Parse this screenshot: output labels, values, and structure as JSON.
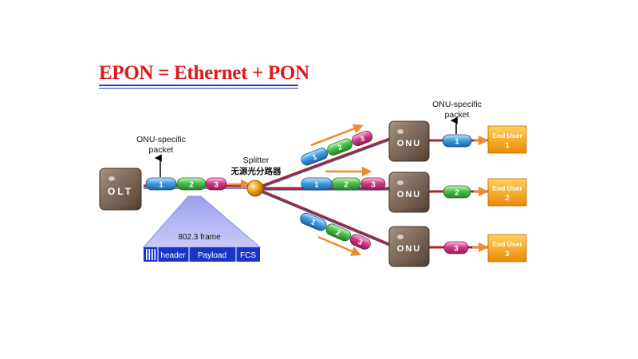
{
  "title": "EPON = Ethernet + PON",
  "olt_label": "OLT",
  "onu_label": "ONU",
  "splitter_label": "Splitter",
  "splitter_sublabel": "无源光分路器",
  "onu_specific_left": [
    "ONU-specific",
    "packet"
  ],
  "onu_specific_right": [
    "ONU-specific",
    "packet"
  ],
  "packet_numbers": [
    "1",
    "2",
    "3"
  ],
  "frame": {
    "title": "802.3 frame",
    "fields": [
      "header",
      "Payload",
      "FCS"
    ]
  },
  "end_users": [
    {
      "label": "End User",
      "number": "1",
      "packet": "1"
    },
    {
      "label": "End User",
      "number": "2",
      "packet": "2"
    },
    {
      "label": "End User",
      "number": "3",
      "packet": "3"
    }
  ],
  "colors": {
    "title": "#e0161b",
    "title_rule": "#2b3bb5",
    "packet_1": "#3f9fe0",
    "packet_2": "#49c24a",
    "packet_3": "#d63a86",
    "fiber": "#a5262d",
    "arrow": "#f08a2c",
    "frame_box": "#1a34c9",
    "frame_triangle": "#b9bcf4",
    "end_user": "#f5a20f",
    "device": "#7a6656"
  }
}
